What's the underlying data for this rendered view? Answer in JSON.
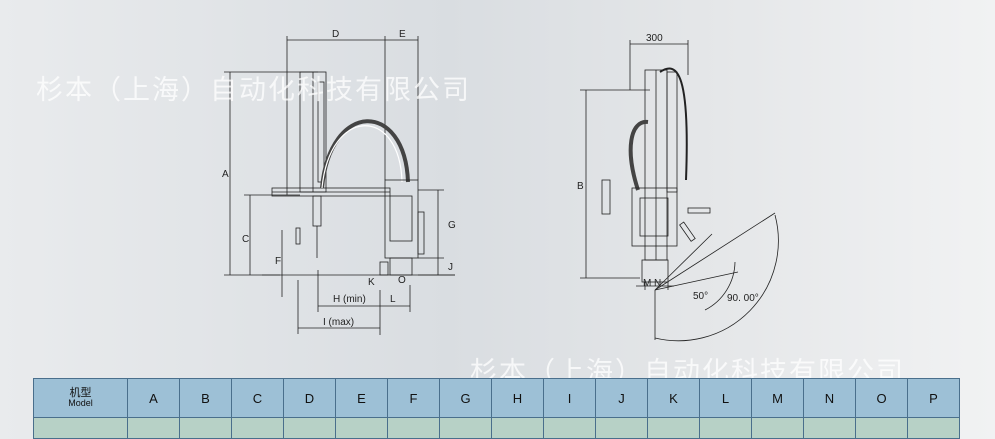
{
  "watermark": "杉本（上海）自动化科技有限公司",
  "colors": {
    "table_header": "#9dc0d6",
    "table_border": "#4a6f8c",
    "table_row2": "#b7d1c6",
    "ink": "#222222"
  },
  "diagram_left": {
    "labels": {
      "A": "A",
      "B": "",
      "C": "C",
      "D": "D",
      "E": "E",
      "F": "F",
      "G": "G",
      "H": "H (min)",
      "I": "I (max)",
      "J": "J",
      "K": "K",
      "L": "L",
      "M": "",
      "N": "",
      "O": "O",
      "P": ""
    }
  },
  "diagram_right": {
    "labels": {
      "width": "300",
      "B": "B",
      "M": "M",
      "N": "N",
      "angle1": "50°",
      "angle2": "90. 00°"
    }
  },
  "table": {
    "header_cn": "机型",
    "header_en": "Model",
    "columns": [
      "A",
      "B",
      "C",
      "D",
      "E",
      "F",
      "G",
      "H",
      "I",
      "J",
      "K",
      "L",
      "M",
      "N",
      "O",
      "P"
    ]
  }
}
